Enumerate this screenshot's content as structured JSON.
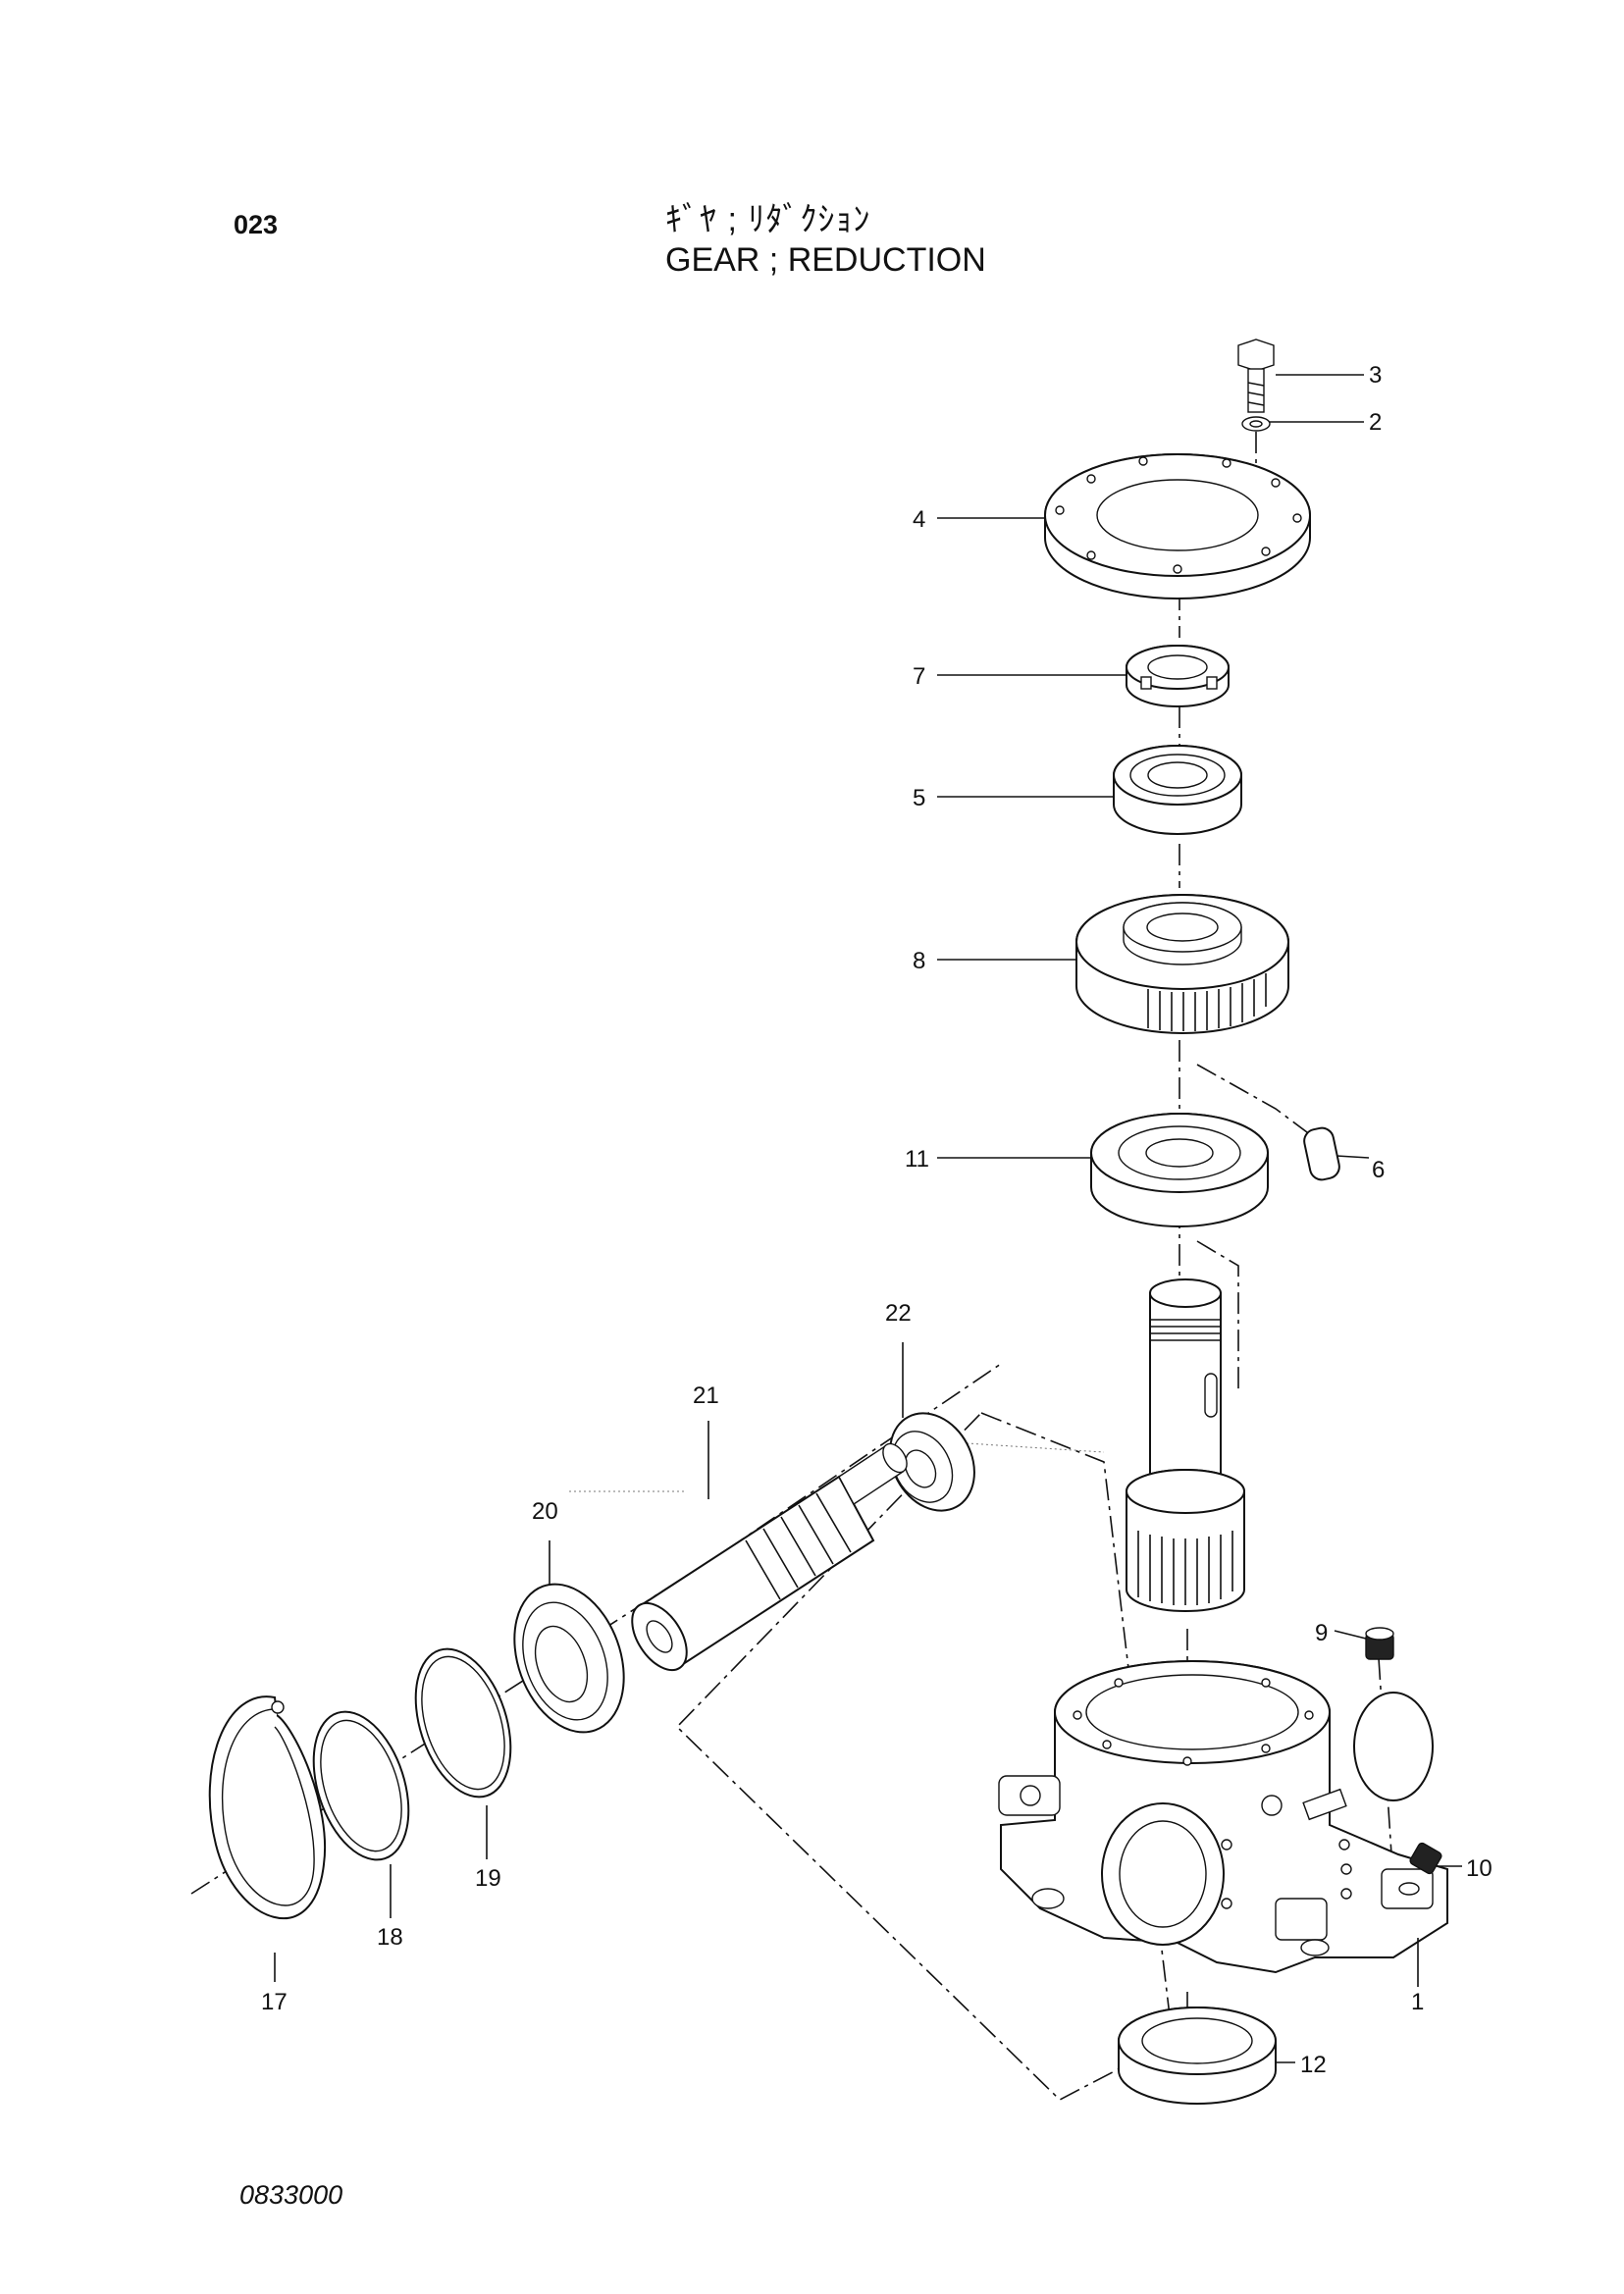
{
  "header": {
    "page_number": "023",
    "title_ja": "ｷﾞﾔ ; ﾘﾀﾞｸｼｮﾝ",
    "title_en": "GEAR ; REDUCTION"
  },
  "footer": {
    "drawing_code": "0833000"
  },
  "callouts": [
    {
      "id": "callout-1",
      "label": "1"
    },
    {
      "id": "callout-2",
      "label": "2"
    },
    {
      "id": "callout-3",
      "label": "3"
    },
    {
      "id": "callout-4",
      "label": "4"
    },
    {
      "id": "callout-5",
      "label": "5"
    },
    {
      "id": "callout-6",
      "label": "6"
    },
    {
      "id": "callout-7",
      "label": "7"
    },
    {
      "id": "callout-8",
      "label": "8"
    },
    {
      "id": "callout-9",
      "label": "9"
    },
    {
      "id": "callout-10",
      "label": "10"
    },
    {
      "id": "callout-11",
      "label": "11"
    },
    {
      "id": "callout-12",
      "label": "12"
    },
    {
      "id": "callout-17",
      "label": "17"
    },
    {
      "id": "callout-18",
      "label": "18"
    },
    {
      "id": "callout-19",
      "label": "19"
    },
    {
      "id": "callout-20",
      "label": "20"
    },
    {
      "id": "callout-21",
      "label": "21"
    },
    {
      "id": "callout-22",
      "label": "22"
    }
  ]
}
